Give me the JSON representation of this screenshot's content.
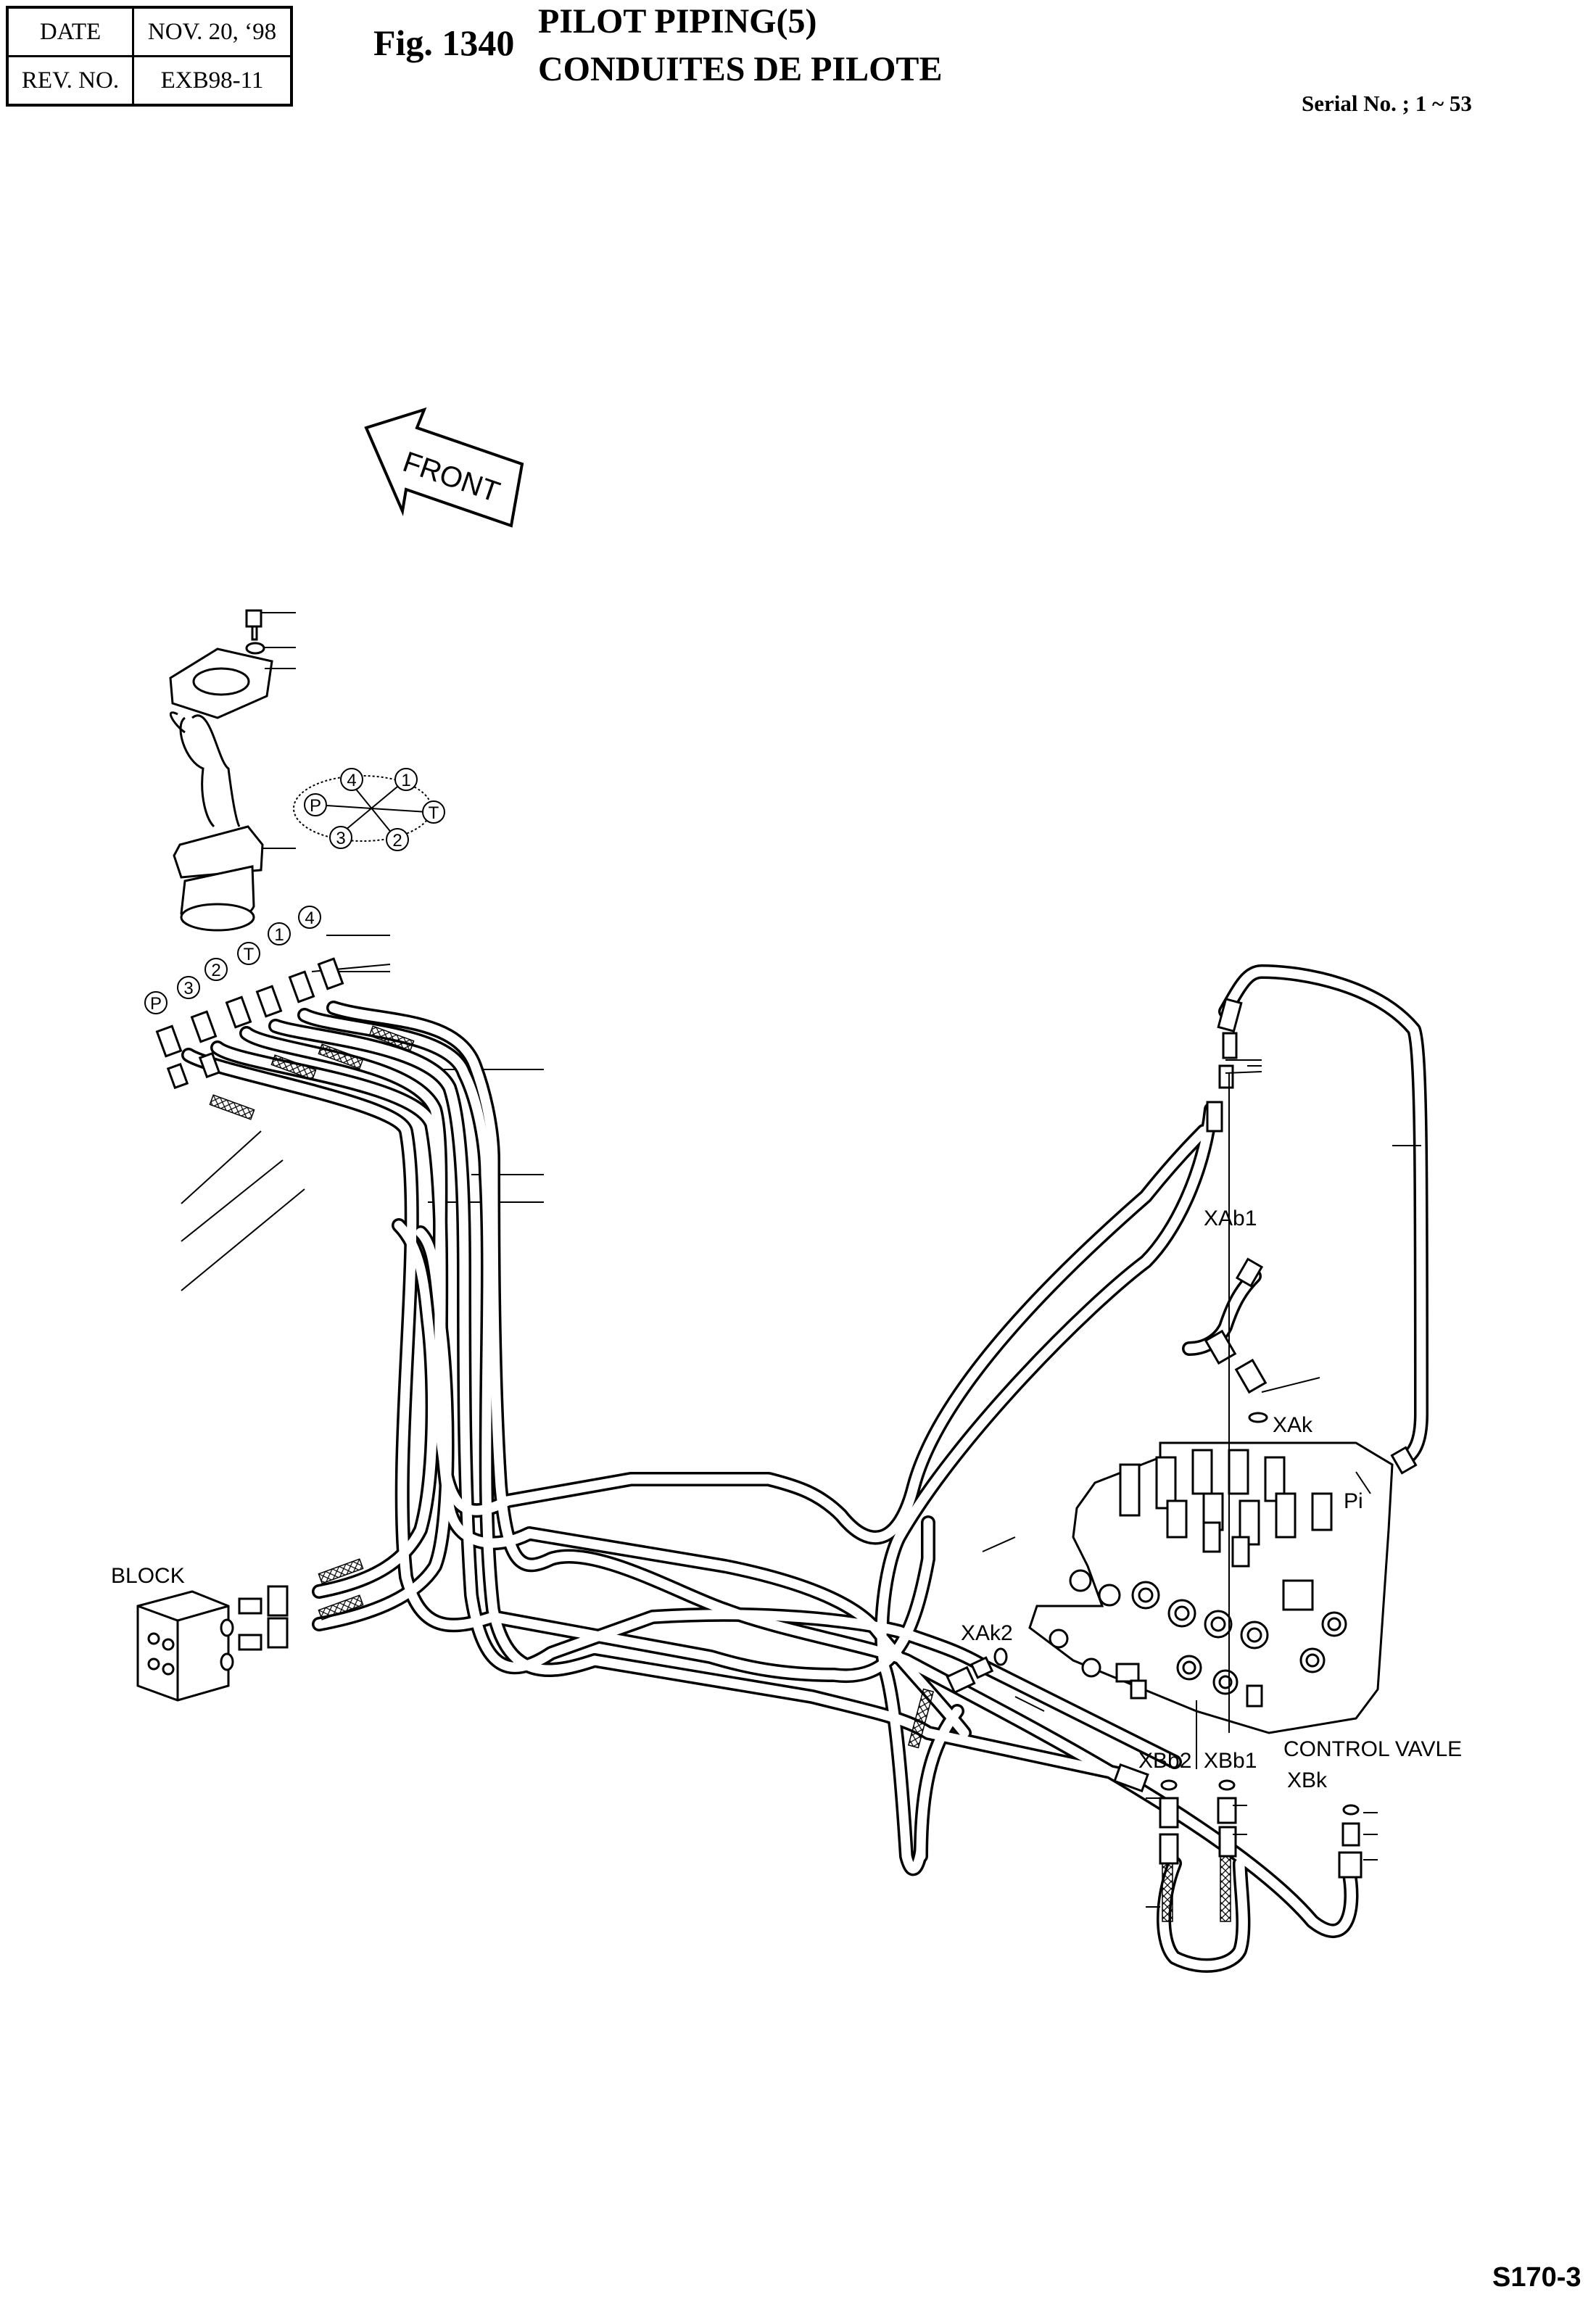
{
  "header": {
    "date_label": "DATE",
    "date_value": "NOV. 20, ‘98",
    "rev_label": "REV. NO.",
    "rev_value": "EXB98-11"
  },
  "figure": {
    "number": "Fig. 1340",
    "title_en": "PILOT PIPING(5)",
    "title_fr": "CONDUITES DE PILOTE",
    "serial": "Serial No. ; 1 ~ 53"
  },
  "diagram": {
    "front_label": "FRONT",
    "block_label": "BLOCK",
    "control_valve_label": "CONTROL VAVLE",
    "port_labels": {
      "xab1": "XAb1",
      "xak": "XAk",
      "pi": "Pi",
      "xak2": "XAk2",
      "xbb2": "XBb2",
      "xbb1": "XBb1",
      "xbk": "XBk"
    },
    "circle_ports_diagram": [
      "4",
      "1",
      "P",
      "T",
      "3",
      "2"
    ],
    "circle_ports_hoses": [
      "P",
      "3",
      "2",
      "T",
      "1",
      "4"
    ]
  },
  "footer": {
    "page_number": "S170-3"
  }
}
